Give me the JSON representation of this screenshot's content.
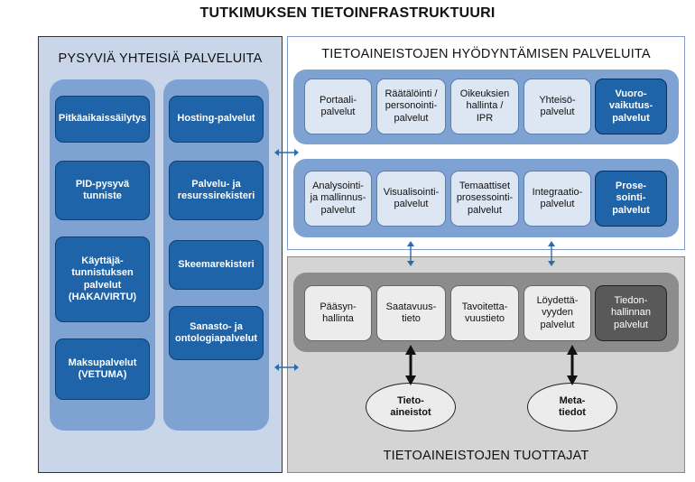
{
  "title": "TUTKIMUKSEN TIETOINFRASTRUKTUURI",
  "left_panel": {
    "heading": "PYSYVIÄ YHTEISIÄ PALVELUITA",
    "column_1": [
      "Pitkäaikaissäilytys",
      "PID-pysyvä\ntunniste",
      "Käyttäjä-\ntunnistuksen\npalvelut\n(HAKA/VIRTU)",
      "Maksupalvelut\n(VETUMA)"
    ],
    "column_2": [
      "Hosting-palvelut",
      "Palvelu- ja\nresurssirekisteri",
      "Skeemarekisteri",
      "Sanasto- ja\nontologiapalvelut"
    ]
  },
  "top_panel": {
    "heading": "TIETOAINEISTOJEN HYÖDYNTÄMISEN PALVELUITA",
    "row_1": [
      "Portaali-\npalvelut",
      "Räätälöinti /\npersonointi-\npalvelut",
      "Oikeuksien\nhallinta /\nIPR",
      "Yhteisö-\npalvelut",
      "Vuoro-\nvaikutus-\npalvelut"
    ],
    "row_2": [
      "Analysointi-\nja mallinnus-\npalvelut",
      "Visualisointi-\npalvelut",
      "Temaattiset\nprosessointi-\npalvelut",
      "Integraatio-\npalvelut",
      "Prose-\nsointi-\npalvelut"
    ]
  },
  "bottom_panel": {
    "heading": "TIETOAINEISTOJEN TUOTTAJAT",
    "row": [
      "Pääsyn-\nhallinta",
      "Saatavuus-\ntieto",
      "Tavoitetta-\nvuustieto",
      "Löydettä-\nvyyden\npalvelut",
      "Tiedon-\nhallinnan\npalvelut"
    ],
    "ovals": [
      "Tieto-\naineistot",
      "Meta-\ntiedot"
    ]
  },
  "colors": {
    "dark_blue": "#1f63a8",
    "mid_blue": "#7ea3d2",
    "light_blue": "#dde6f3",
    "left_bg": "#c9d6ea",
    "grey_bg": "#d4d4d4",
    "dark_grey": "#595959",
    "arrow_blue": "#2a6cb0"
  }
}
